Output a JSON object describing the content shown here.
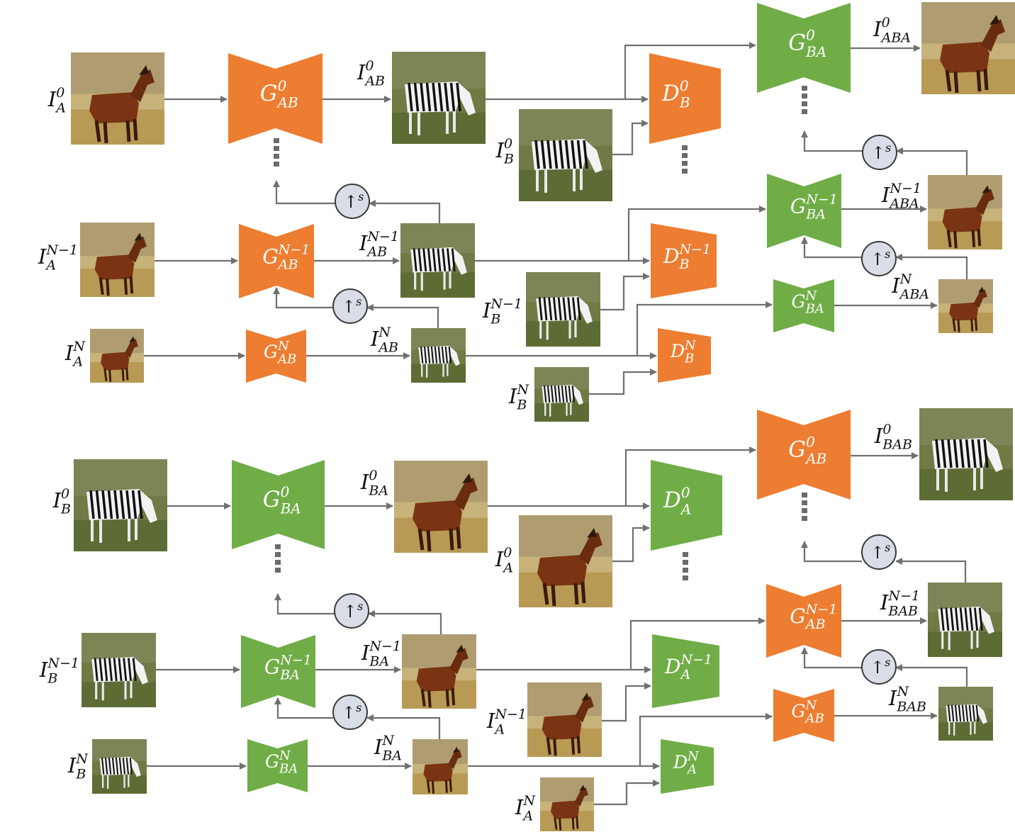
{
  "colors": {
    "generator_A_to_B": "#ed7d31",
    "generator_B_to_A": "#70ad47",
    "arrow": "#707070",
    "upsample_circle_fill": "#d9dde8",
    "upsample_circle_stroke": "#3a3a3a"
  },
  "upsample": {
    "arrow_symbol": "↑",
    "factor": "s"
  },
  "images": {
    "I_A_0": "horse",
    "I_AB_0": "zebra",
    "I_B_0": "zebra",
    "I_ABA_0": "horse",
    "I_A_N1": "horse",
    "I_AB_N1": "zebra",
    "I_B_N1": "zebra",
    "I_ABA_N1": "horse",
    "I_A_N": "horse",
    "I_AB_N": "zebra",
    "I_B_N": "zebra",
    "I_ABA_N": "horse",
    "I_B0_bottom": "zebra",
    "I_BA_0": "horse",
    "I_A0_bottom": "horse",
    "I_BAB_0": "zebra",
    "I_B_N1_bottom": "zebra",
    "I_BA_N1": "horse",
    "I_A_N1_bottom": "horse",
    "I_BAB_N1": "zebra",
    "I_B_N_bottom": "zebra",
    "I_BA_N": "horse",
    "I_A_N_bottom": "horse",
    "I_BAB_N": "zebra"
  },
  "labels": {
    "I_A_0": {
      "base": "I",
      "sub": "A",
      "sup": "0"
    },
    "I_AB_0": {
      "base": "I",
      "sub": "AB",
      "sup": "0"
    },
    "I_B_0": {
      "base": "I",
      "sub": "B",
      "sup": "0"
    },
    "I_ABA_0": {
      "base": "I",
      "sub": "ABA",
      "sup": "0"
    },
    "I_A_N1": {
      "base": "I",
      "sub": "A",
      "sup": "N−1"
    },
    "I_AB_N1": {
      "base": "I",
      "sub": "AB",
      "sup": "N−1"
    },
    "I_B_N1": {
      "base": "I",
      "sub": "B",
      "sup": "N−1"
    },
    "I_ABA_N1": {
      "base": "I",
      "sub": "ABA",
      "sup": "N−1"
    },
    "I_A_N": {
      "base": "I",
      "sub": "A",
      "sup": "N"
    },
    "I_AB_N": {
      "base": "I",
      "sub": "AB",
      "sup": "N"
    },
    "I_B_N": {
      "base": "I",
      "sub": "B",
      "sup": "N"
    },
    "I_ABA_N": {
      "base": "I",
      "sub": "ABA",
      "sup": "N"
    },
    "I_B0_bottom": {
      "base": "I",
      "sub": "B",
      "sup": "0"
    },
    "I_BA_0": {
      "base": "I",
      "sub": "BA",
      "sup": "0"
    },
    "I_A0_bottom": {
      "base": "I",
      "sub": "A",
      "sup": "0"
    },
    "I_BAB_0": {
      "base": "I",
      "sub": "BAB",
      "sup": "0"
    },
    "I_B_N1_bottom": {
      "base": "I",
      "sub": "B",
      "sup": "N−1"
    },
    "I_BA_N1": {
      "base": "I",
      "sub": "BA",
      "sup": "N−1"
    },
    "I_A_N1_bottom": {
      "base": "I",
      "sub": "A",
      "sup": "N−1"
    },
    "I_BAB_N1": {
      "base": "I",
      "sub": "BAB",
      "sup": "N−1"
    },
    "I_B_N_bottom": {
      "base": "I",
      "sub": "B",
      "sup": "N"
    },
    "I_BA_N": {
      "base": "I",
      "sub": "BA",
      "sup": "N"
    },
    "I_A_N_bottom": {
      "base": "I",
      "sub": "A",
      "sup": "N"
    },
    "I_BAB_N": {
      "base": "I",
      "sub": "BAB",
      "sup": "N"
    }
  },
  "blocks": {
    "G_AB_0_top": {
      "base": "G",
      "sub": "AB",
      "sup": "0"
    },
    "G_AB_N1_top": {
      "base": "G",
      "sub": "AB",
      "sup": "N−1"
    },
    "G_AB_N_top": {
      "base": "G",
      "sub": "AB",
      "sup": "N"
    },
    "D_B_0": {
      "base": "D",
      "sub": "B",
      "sup": "0"
    },
    "D_B_N1": {
      "base": "D",
      "sub": "B",
      "sup": "N−1"
    },
    "D_B_N": {
      "base": "D",
      "sub": "B",
      "sup": "N"
    },
    "G_BA_0_top": {
      "base": "G",
      "sub": "BA",
      "sup": "0"
    },
    "G_BA_N1_top": {
      "base": "G",
      "sub": "BA",
      "sup": "N−1"
    },
    "G_BA_N_top": {
      "base": "G",
      "sub": "BA",
      "sup": "N"
    },
    "G_BA_0_bottom": {
      "base": "G",
      "sub": "BA",
      "sup": "0"
    },
    "G_BA_N1_bottom": {
      "base": "G",
      "sub": "BA",
      "sup": "N−1"
    },
    "G_BA_N_bottom": {
      "base": "G",
      "sub": "BA",
      "sup": "N"
    },
    "D_A_0": {
      "base": "D",
      "sub": "A",
      "sup": "0"
    },
    "D_A_N1": {
      "base": "D",
      "sub": "A",
      "sup": "N−1"
    },
    "D_A_N": {
      "base": "D",
      "sub": "A",
      "sup": "N"
    },
    "G_AB_0_bottom": {
      "base": "G",
      "sub": "AB",
      "sup": "0"
    },
    "G_AB_N1_bottom": {
      "base": "G",
      "sub": "AB",
      "sup": "N−1"
    },
    "G_AB_N_bottom": {
      "base": "G",
      "sub": "AB",
      "sup": "N"
    }
  }
}
